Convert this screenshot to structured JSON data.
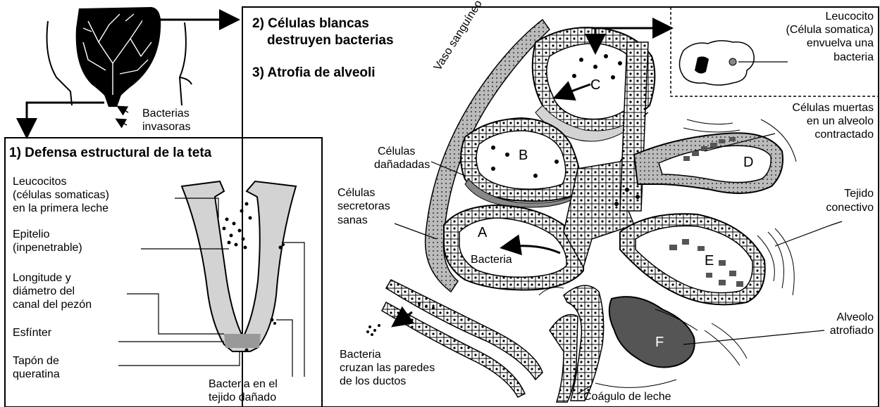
{
  "colors": {
    "ink": "#000000",
    "paper": "#ffffff",
    "tissue_gray": "#d3d3d3",
    "dark_gray": "#555555",
    "mid_gray": "#999999"
  },
  "headings": {
    "h2_line1": "2) Células blancas",
    "h2_line2": "destruyen bacterias",
    "h3": "3) Atrofia de alveoli",
    "h1": "1) Defensa estructural de la teta"
  },
  "top_left": {
    "bacterias": "Bacterias",
    "invasoras": "invasoras"
  },
  "panel1": {
    "leucocitos": [
      "Leucocitos",
      "(células somaticas)",
      "en la primera leche"
    ],
    "epitelio": [
      "Epitelio",
      "(inpenetrable)"
    ],
    "longitud": [
      "Longitude y",
      "diámetro del",
      "canal del pezón"
    ],
    "esfinter": "Esfínter",
    "tapon": [
      "Tapón de",
      "queratina"
    ],
    "bacteria_tejido": [
      "Bacteria en el",
      "tejido dañado"
    ]
  },
  "panel2": {
    "vaso": "Vaso sanguíneo",
    "leucocito_inset": [
      "Leucocito",
      "(Célula somatica)",
      "envuelva una",
      "bacteria"
    ],
    "celulas_muertas": [
      "Células muertas",
      "en un alveolo",
      "contractado"
    ],
    "celulas_danadas": [
      "Células",
      "dañadadas"
    ],
    "celulas_secretoras": [
      "Células",
      "secretoras",
      "sanas"
    ],
    "tejido": [
      "Tejido",
      "conectivo"
    ],
    "bacteria_A": "Bacteria",
    "alveolo_atrofiado": [
      "Alveolo",
      "atrofiado"
    ],
    "bacteria_cruzan": [
      "Bacteria",
      "cruzan las paredes",
      "de los ductos"
    ],
    "coagulo": "Coágulo de leche",
    "letters": {
      "A": "A",
      "B": "B",
      "C": "C",
      "D": "D",
      "E": "E",
      "F": "F"
    }
  }
}
